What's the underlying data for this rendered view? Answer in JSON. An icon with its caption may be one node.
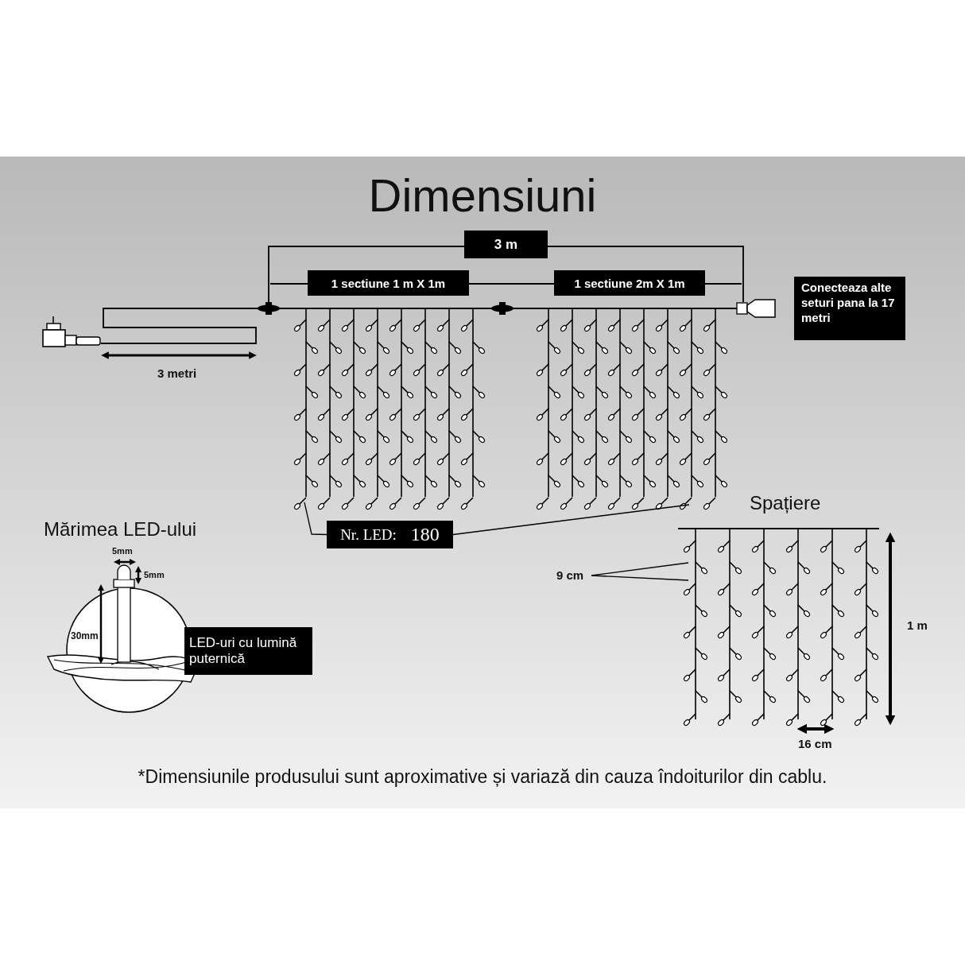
{
  "diagram": {
    "title": "Dimensiuni",
    "caption": "*Dimensiunile produsului sunt aproximative și variază din cauza îndoiturilor din cablu.",
    "nodes": [
      {
        "text": [
          "3 m"
        ]
      },
      {
        "text": [
          "1 sectiune 1 m X 1m"
        ]
      },
      {
        "text": [
          "1 sectiune 2m X 1m"
        ]
      },
      {
        "text": [
          "Conecteaza alte seturi pana la 17 metri"
        ]
      },
      {
        "text": [],
        "shape": "picture"
      },
      {
        "text": [],
        "shape": "picture"
      },
      {
        "text": [
          "Nr. LED:",
          "180"
        ]
      },
      {
        "text": [
          "LED-uri cu lumină puternică"
        ]
      },
      {
        "text": [],
        "shape": "picture"
      },
      {
        "text": [
          "9 cm"
        ]
      }
    ],
    "edges": [
      {
        "from": 6,
        "to": 4,
        "arrow": "none"
      },
      {
        "from": 6,
        "to": 5,
        "arrow": "none"
      },
      {
        "from": 9,
        "to": 8,
        "arrow": "none"
      },
      {
        "from": 9,
        "to": 8,
        "arrow": "none"
      }
    ],
    "labels": [
      "3 metri",
      "Mărimea LED-ului",
      "5mm",
      "5mm",
      "30mm",
      "Spațiere",
      "1 m",
      "16 cm"
    ]
  }
}
